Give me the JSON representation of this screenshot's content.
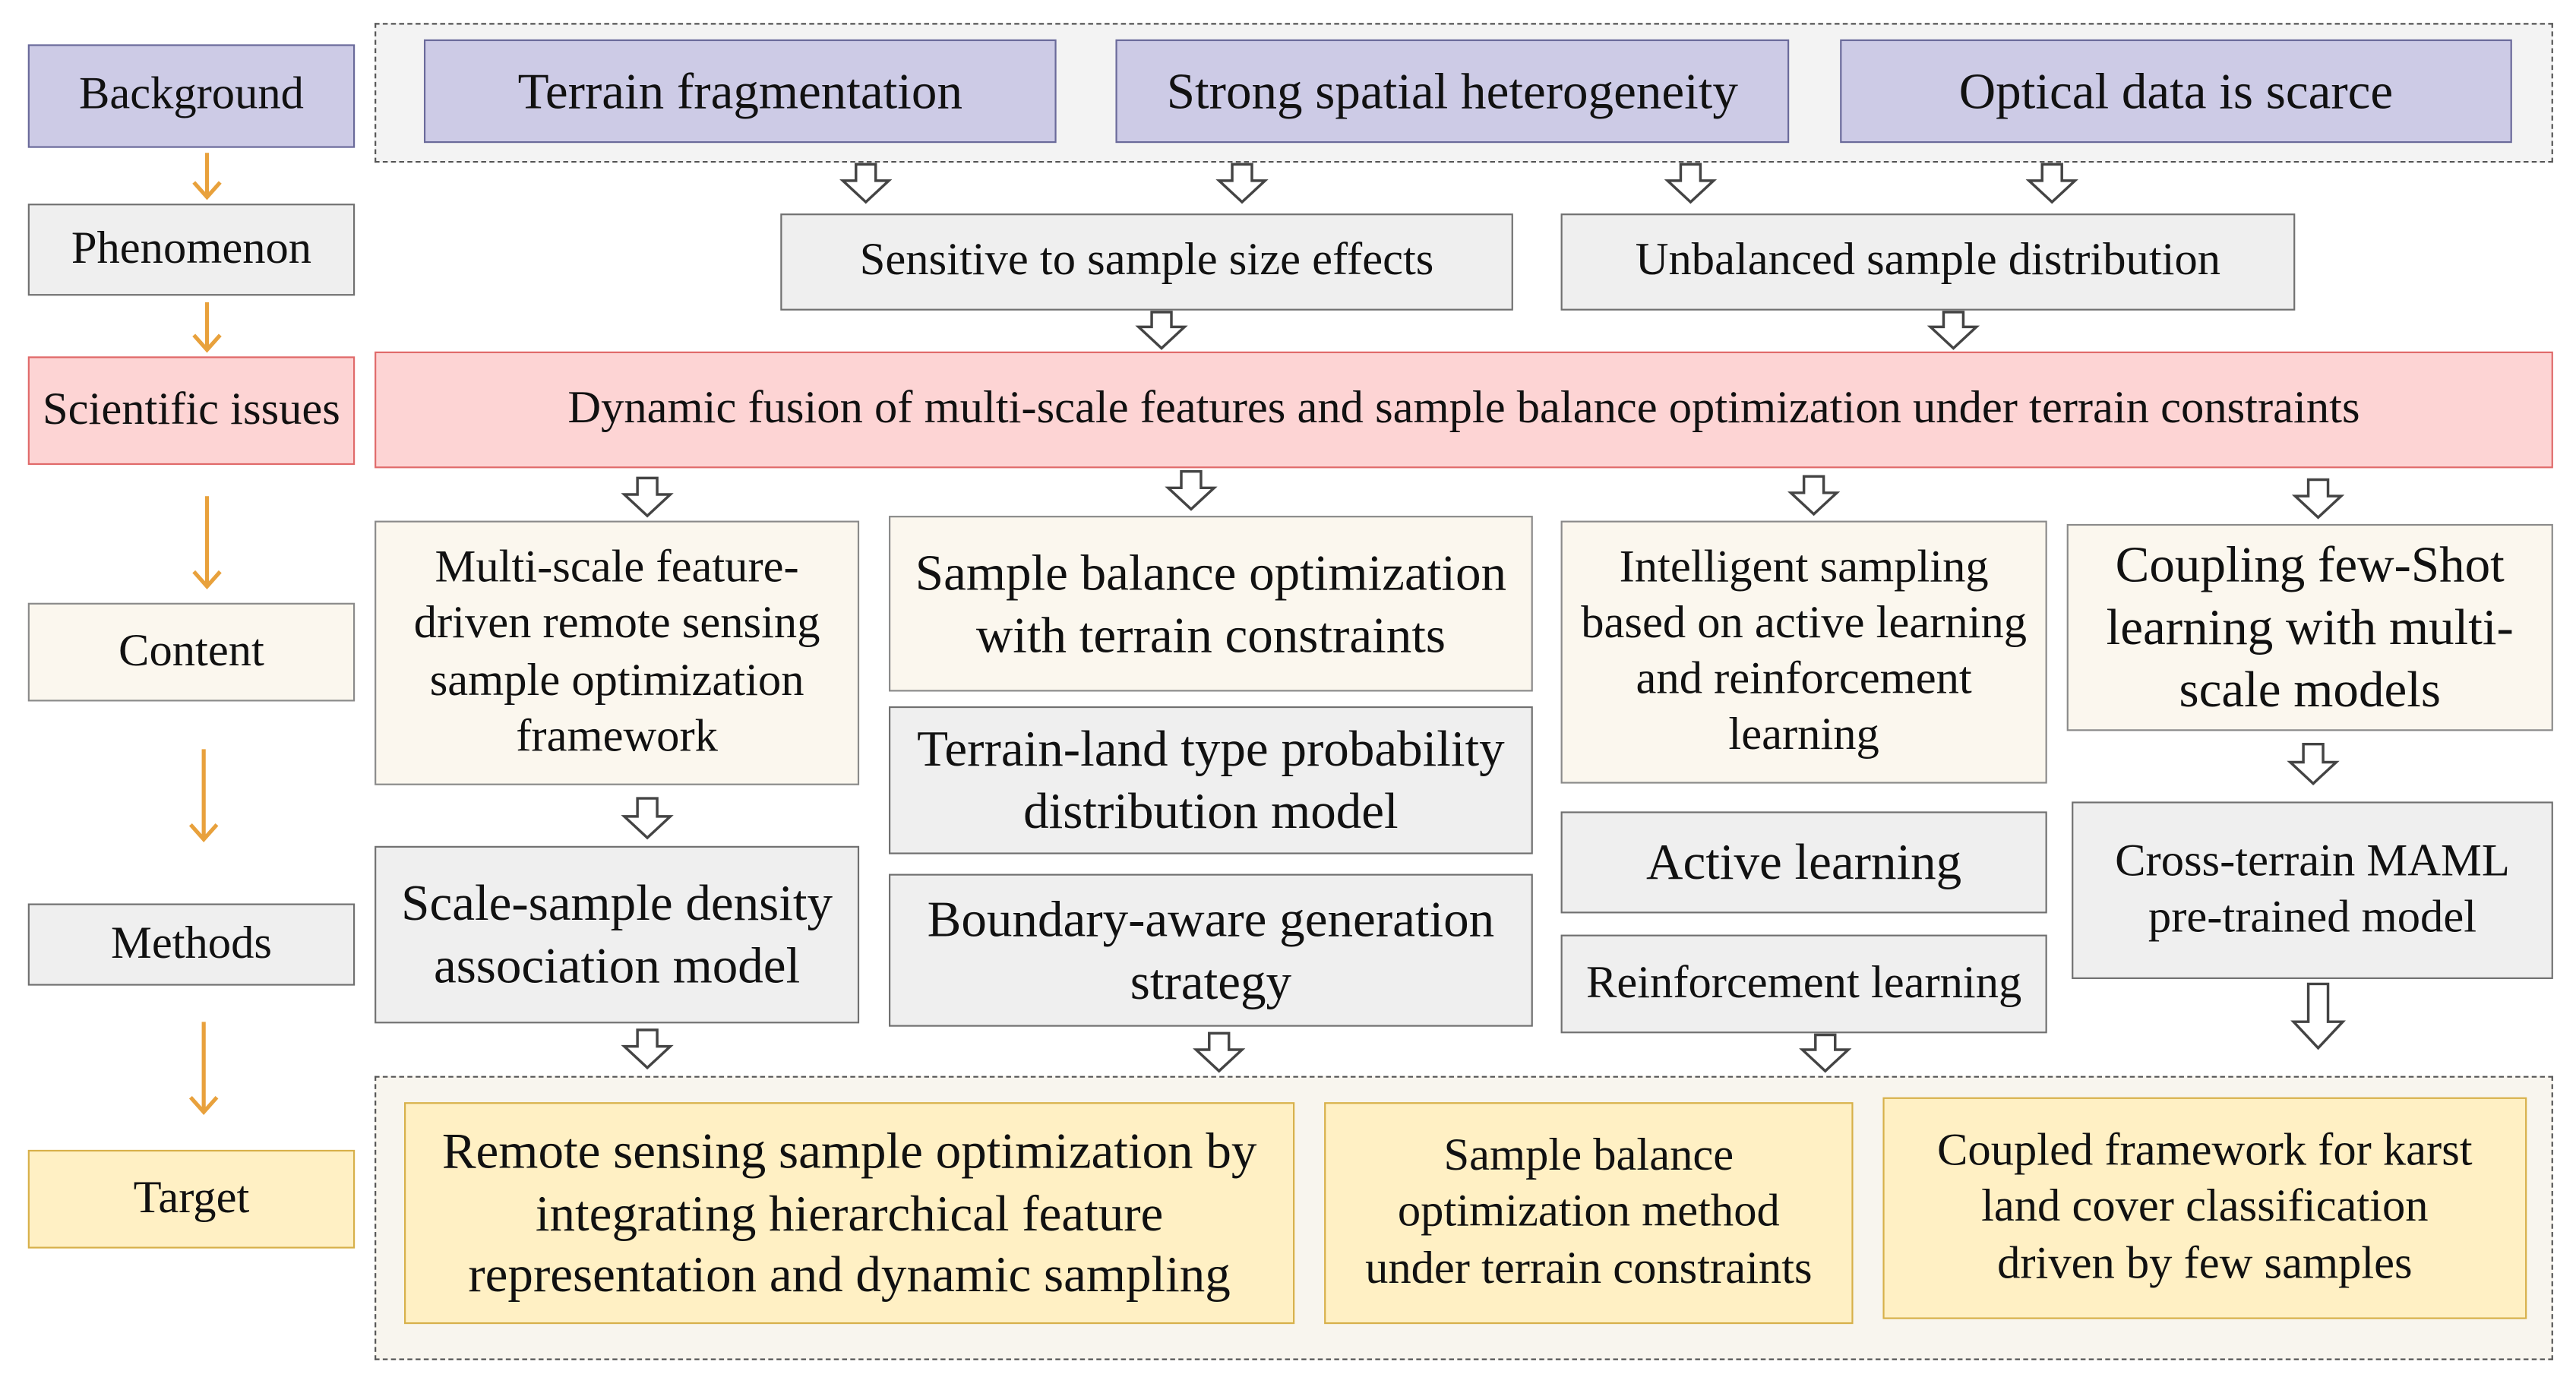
{
  "left_column": {
    "background": "Background",
    "phenomenon": "Phenomenon",
    "scientific_issues": "Scientific issues",
    "content": "Content",
    "methods": "Methods",
    "target": "Target"
  },
  "background_row": {
    "terrain_fragmentation": "Terrain fragmentation",
    "spatial_heterogeneity": "Strong spatial heterogeneity",
    "optical_data_scarce": "Optical data is scarce"
  },
  "phenomenon_row": {
    "sample_size_effects": "Sensitive to sample size effects",
    "unbalanced_distribution": "Unbalanced sample distribution"
  },
  "scientific_issue": "Dynamic fusion of multi-scale features and sample balance optimization under terrain constraints",
  "content_row": {
    "multi_scale_framework": "Multi-scale feature-driven remote sensing sample optimization framework",
    "sample_balance_terrain": "Sample balance optimization with terrain constraints",
    "intelligent_sampling": "Intelligent sampling based on active learning and reinforcement learning",
    "few_shot_coupling": "Coupling few-Shot learning with multi-scale models"
  },
  "methods_row": {
    "scale_density_model": "Scale-sample density association model",
    "terrain_probability_model": "Terrain-land type probability distribution model",
    "boundary_aware": "Boundary-aware generation strategy",
    "active_learning": "Active learning",
    "reinforcement_learning": "Reinforcement learning",
    "maml_model": "Cross-terrain MAML pre-trained model"
  },
  "target_row": {
    "hierarchical_target": "Remote sensing sample optimization by integrating hierarchical feature representation and dynamic sampling",
    "balance_method_target": "Sample balance optimization method under terrain constraints",
    "karst_framework_target": "Coupled framework for karst land cover classification driven by few samples"
  },
  "colors": {
    "background": "#cdcbe6",
    "phenomenon": "#efefef",
    "scientific": "#fdd4d4",
    "content": "#fbf7ee",
    "target": "#fff0c4",
    "orange_arrow": "#e8a13c"
  }
}
